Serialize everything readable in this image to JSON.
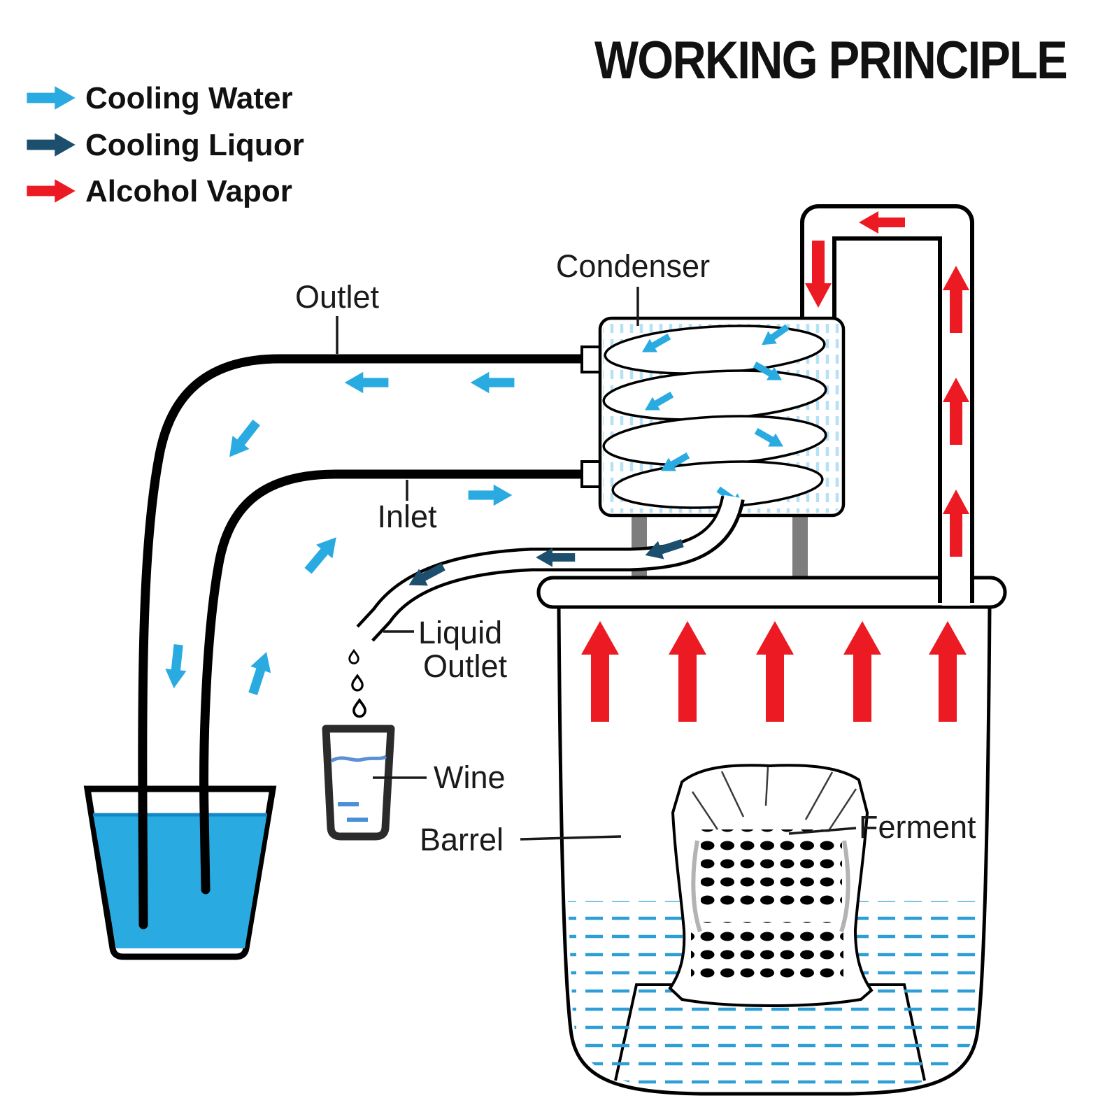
{
  "title": "WORKING PRINCIPLE",
  "legend": {
    "items": [
      {
        "label": "Cooling Water",
        "color": "#29ABE2"
      },
      {
        "label": "Cooling Liquor",
        "color": "#1C4E6E"
      },
      {
        "label": "Alcohol Vapor",
        "color": "#EC1B23"
      }
    ]
  },
  "labels": {
    "condenser": "Condenser",
    "outlet": "Outlet",
    "inlet": "Inlet",
    "liquid_outlet": [
      "Liquid",
      "Outlet"
    ],
    "wine": "Wine",
    "barrel": "Barrel",
    "ferment": "Ferment"
  },
  "colors": {
    "cooling_water": "#29ABE2",
    "cooling_liquor": "#1C4E6E",
    "alcohol_vapor": "#EC1B23",
    "condenser_water_hatch": "#B5E0F5",
    "barrel_liquid_dash": "#2D9FD6",
    "bucket_water": "#29ABE2",
    "outline": "#000000"
  }
}
